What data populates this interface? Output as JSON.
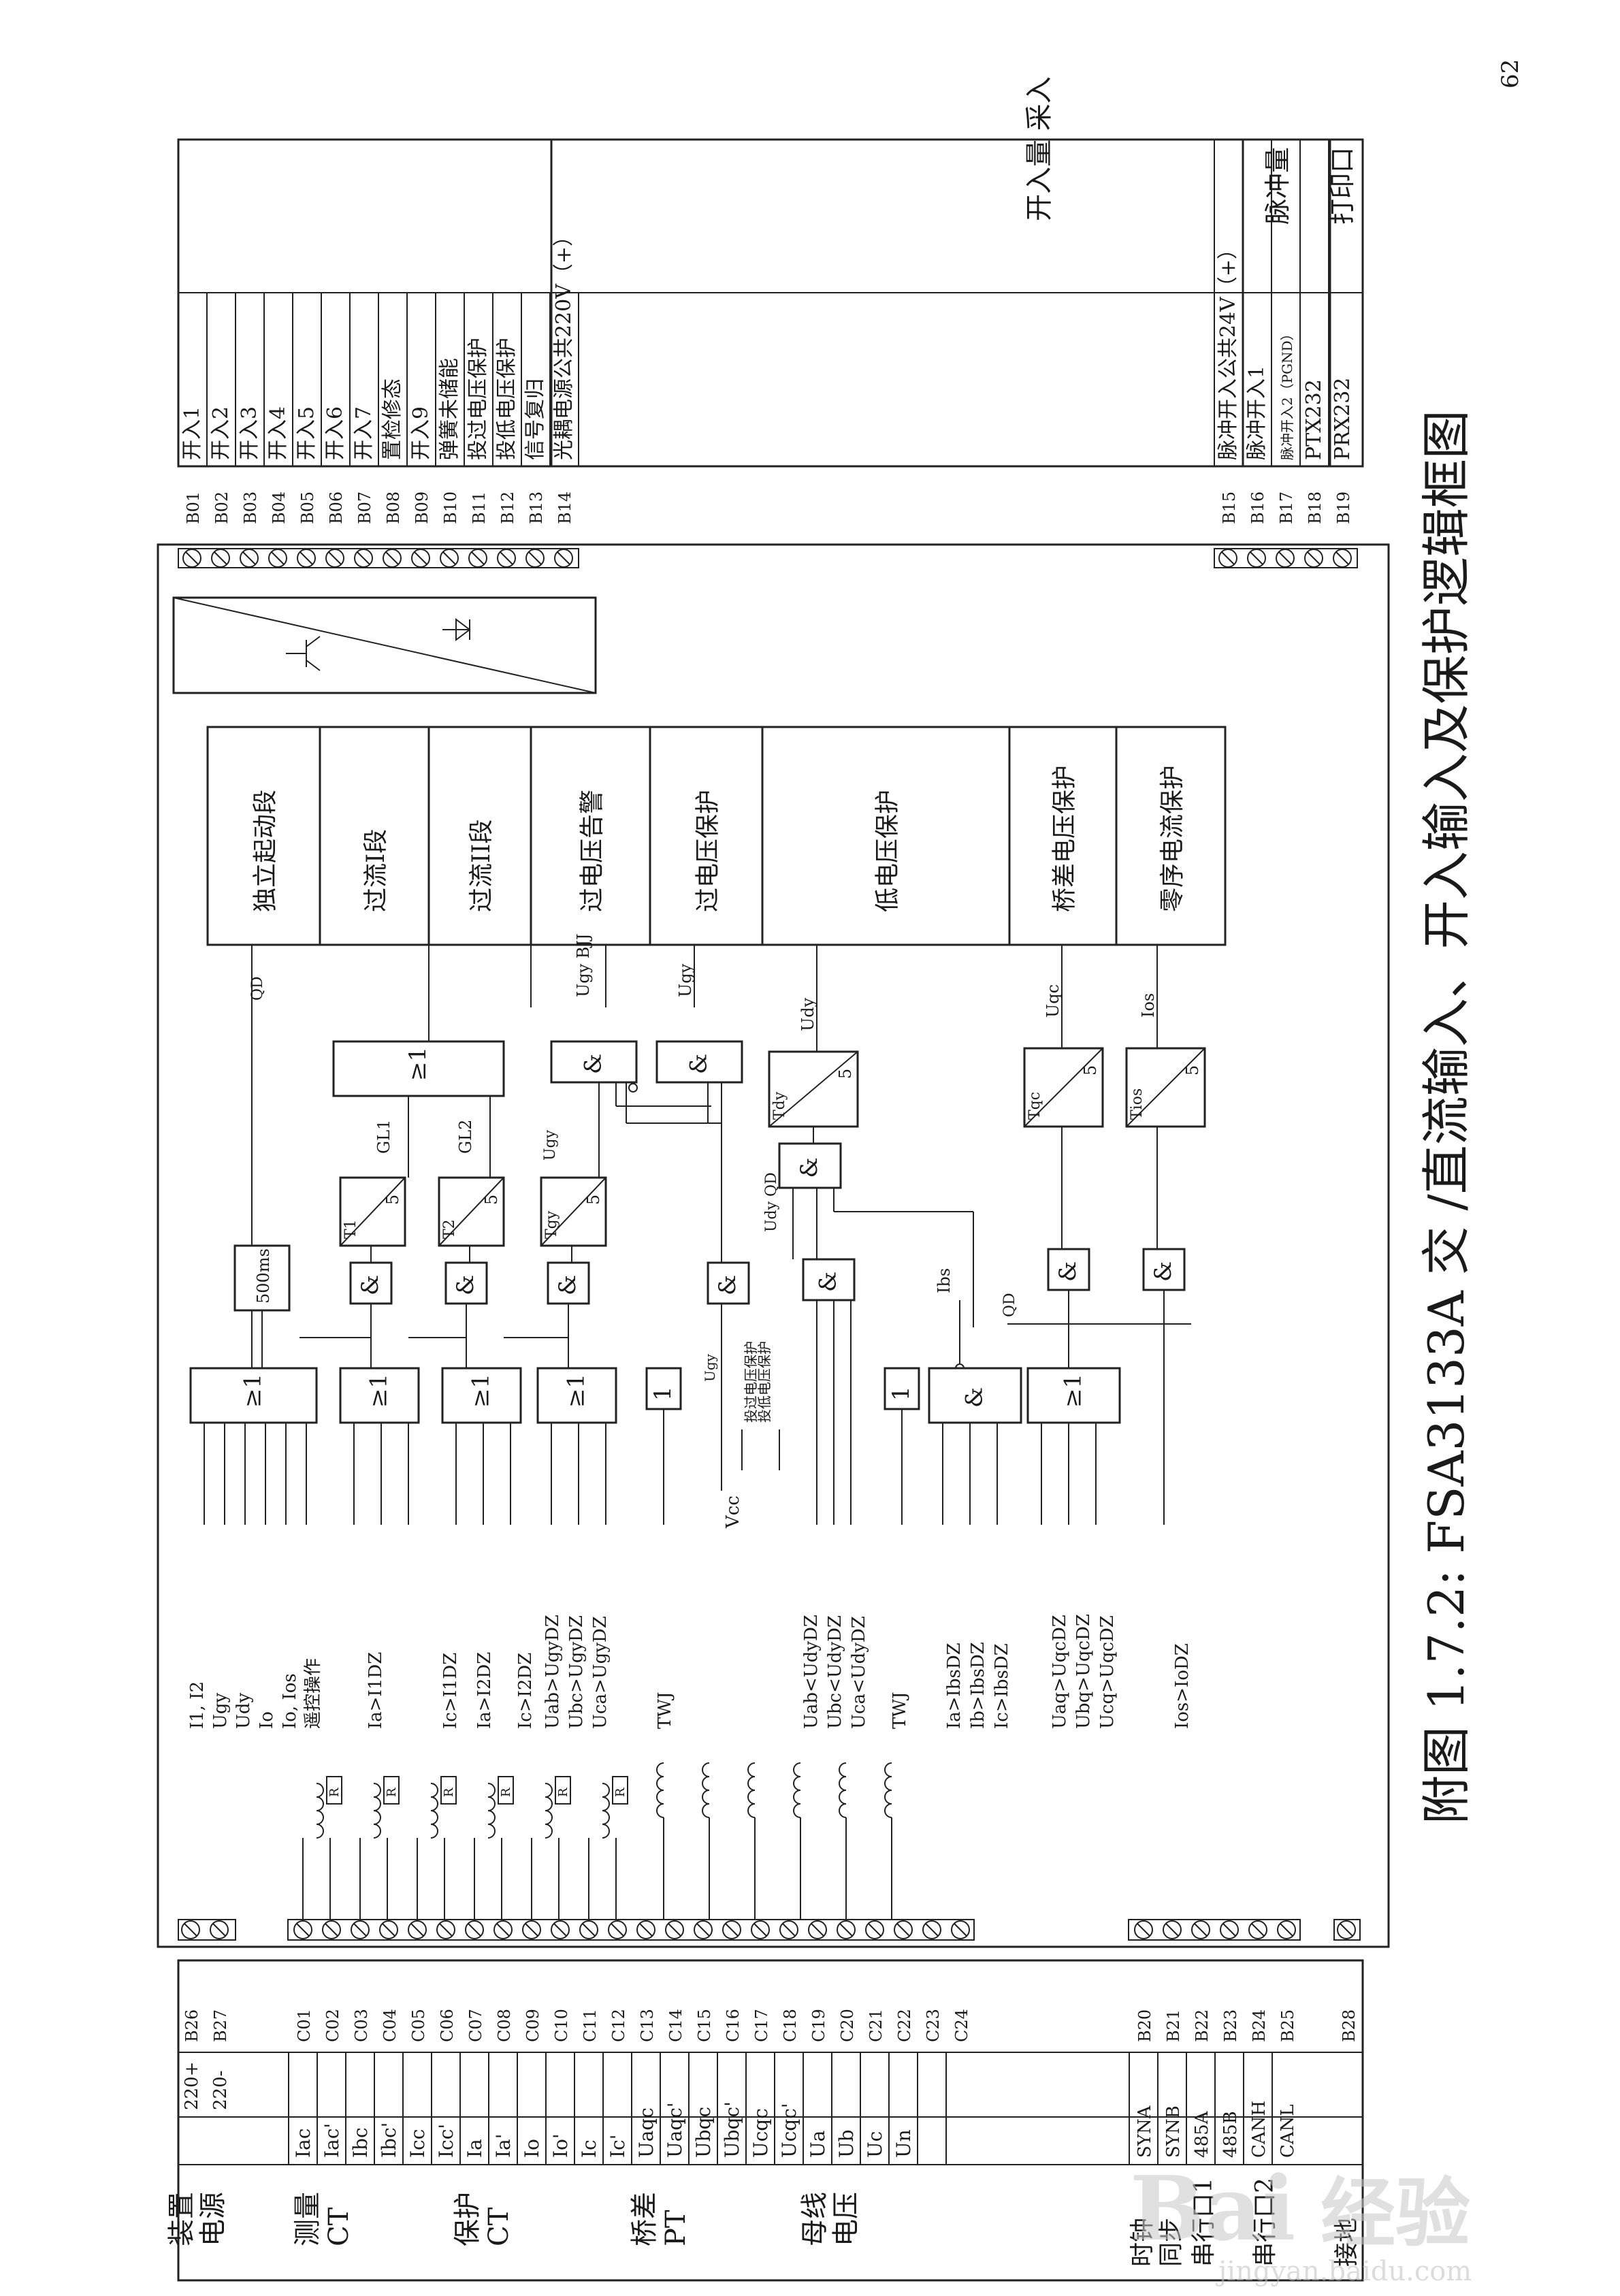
{
  "page_number": "62",
  "caption": "附图 1.7.2:  FSA3133A 交 /直流输入、开入输入及保护逻辑框图",
  "watermark": {
    "brand": "Bai",
    "mark": "经验",
    "url": "jingyan.baidu.com"
  },
  "top_block": {
    "group_title": "开入量\n采入",
    "terminals": [
      "B01",
      "B02",
      "B03",
      "B04",
      "B05",
      "B06",
      "B07",
      "B08",
      "B09",
      "B10",
      "B11",
      "B12",
      "B13",
      "B14"
    ],
    "labels": [
      "开入1",
      "开入2",
      "开入3",
      "开入4",
      "开入5",
      "开入6",
      "开入7",
      "置检修态",
      "开入9",
      "弹簧未储能",
      "投过电压保护",
      "投低电压保护",
      "信号复归",
      "光耦电源公共220V（+）"
    ],
    "pulse_terminals": [
      "B15",
      "B16",
      "B17",
      "B18",
      "B19"
    ],
    "pulse_labels": [
      "脉冲开入公共24V（+）",
      "脉冲开入1",
      "脉冲开入2（PGND）",
      "PTX232",
      "PRX232"
    ],
    "pulse_group": "脉冲量",
    "print_group": "打印口"
  },
  "protections": [
    "独立起动段",
    "过流I段",
    "过流II段",
    "过电压告警",
    "过电压保护",
    "低电压保护",
    "桥差电压保护",
    "零序电流保护"
  ],
  "signals": {
    "qd": "QD",
    "ugy_bjj": "Ugy BJJ",
    "ugy": "Ugy",
    "udy": "Udy",
    "uqc": "Uqc",
    "ios": "Ios",
    "gl1": "GL1",
    "gl2": "GL2",
    "timer_500": "500ms",
    "ibs": "Ibs",
    "vcc": "Vcc",
    "qd2": "QD",
    "udy_qd": "Udy\nQD"
  },
  "gates": {
    "or": "≥1",
    "and": "&",
    "not": "1"
  },
  "timers": [
    {
      "name": "Tdy",
      "t": "5"
    },
    {
      "name": "Tqc",
      "t": "5"
    },
    {
      "name": "Tios",
      "t": "5"
    },
    {
      "name": "T1",
      "t": "5"
    },
    {
      "name": "T2",
      "t": "5"
    },
    {
      "name": "Tgy",
      "t": "5"
    }
  ],
  "switches": [
    "投过电压保护",
    "投低电压保护"
  ],
  "conditions": [
    [
      "I1, I2",
      "Ugy",
      "Udy",
      "Io",
      "Io, Ios",
      "遥控操作"
    ],
    [
      "Ia>I1DZ"
    ],
    [
      "Ic>I1DZ"
    ],
    [
      "Ia>I2DZ"
    ],
    [
      "Ic>I2DZ"
    ],
    [
      "Uab>UgyDZ",
      "Ubc>UgyDZ",
      "Uca>UgyDZ"
    ],
    [
      "TWJ"
    ],
    [
      "Uab<UdyDZ",
      "Ubc<UdyDZ",
      "Uca<UdyDZ"
    ],
    [
      "TWJ"
    ],
    [
      "Ia>IbsDZ",
      "Ib>IbsDZ",
      "Ic>IbsDZ"
    ],
    [
      "Uaq>UqcDZ",
      "Ubq>UqcDZ",
      "Ucq>UqcDZ"
    ],
    [
      "Ios>IoDZ"
    ]
  ],
  "bottom_block": {
    "power_terminals": [
      "B26",
      "B27"
    ],
    "power_values": [
      "220+",
      "220-"
    ],
    "power_group": "装置\n电源",
    "ac_terminals": [
      "C01",
      "C02",
      "C03",
      "C04",
      "C05",
      "C06",
      "C07",
      "C08",
      "C09",
      "C10",
      "C11",
      "C12",
      "C13",
      "C14",
      "C15",
      "C16",
      "C17",
      "C18",
      "C19",
      "C20",
      "C21",
      "C22",
      "C23",
      "C24"
    ],
    "ac_labels": [
      "Iac",
      "Iac'",
      "Ibc",
      "Ibc'",
      "Icc",
      "Icc'",
      "Ia",
      "Ia'",
      "Io",
      "Io'",
      "Ic",
      "Ic'",
      "Uaqc",
      "Uaqc'",
      "Ubqc",
      "Ubqc'",
      "Ucqc",
      "Ucqc'",
      "Ua",
      "Ub",
      "Uc",
      "Un",
      "",
      ""
    ],
    "groups": [
      "测量\nCT",
      "保护\nCT",
      "桥差\nPT",
      "母线\n电压"
    ],
    "comm_terminals": [
      "B20",
      "B21",
      "B22",
      "B23",
      "B24",
      "B25"
    ],
    "comm_labels": [
      "SYNA",
      "SYNB",
      "485A",
      "485B",
      "CANH",
      "CANL"
    ],
    "comm_groups": [
      "时钟\n同步",
      "串行口1",
      "串行口2"
    ],
    "ground_terminal": "B28",
    "ground_label": "接地",
    "ct_tag": "R"
  }
}
